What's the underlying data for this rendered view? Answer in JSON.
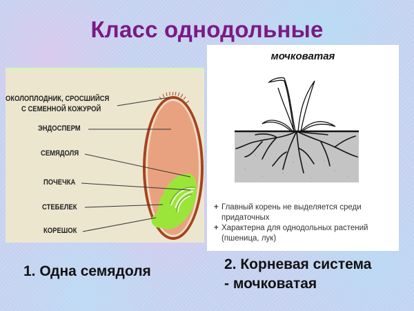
{
  "slide": {
    "title": "Класс однодольные",
    "title_color": "#7a1a86"
  },
  "seed_diagram": {
    "labels": [
      {
        "text": "ОКОЛОПЛОДНИК, СРОСШИЙСЯ"
      },
      {
        "text": "С СЕМЕННОЙ КОЖУРОЙ"
      },
      {
        "text": "ЭНДОСПЕРМ"
      },
      {
        "text": "СЕМЯДОЛЯ"
      },
      {
        "text": "ПОЧЕЧКА"
      },
      {
        "text": "СТЕБЕЛЕК"
      },
      {
        "text": "КОРЕШОК"
      }
    ],
    "colors": {
      "background": "#ece6cf",
      "seed_coat": "#a5431f",
      "endosperm": "#e9a27f",
      "embryo": "#9be53a"
    }
  },
  "root_diagram": {
    "heading": "мочковатая",
    "bullets": [
      {
        "mark": "+",
        "text": "Главный корень не выделяется среди придаточных"
      },
      {
        "mark": "+",
        "text": "Характерна для однодольных растений (пшеница, лук)"
      }
    ]
  },
  "captions": {
    "left": "1. Одна семядоля",
    "right_line1": "2. Корневая система",
    "right_line2": "- мочковатая"
  }
}
